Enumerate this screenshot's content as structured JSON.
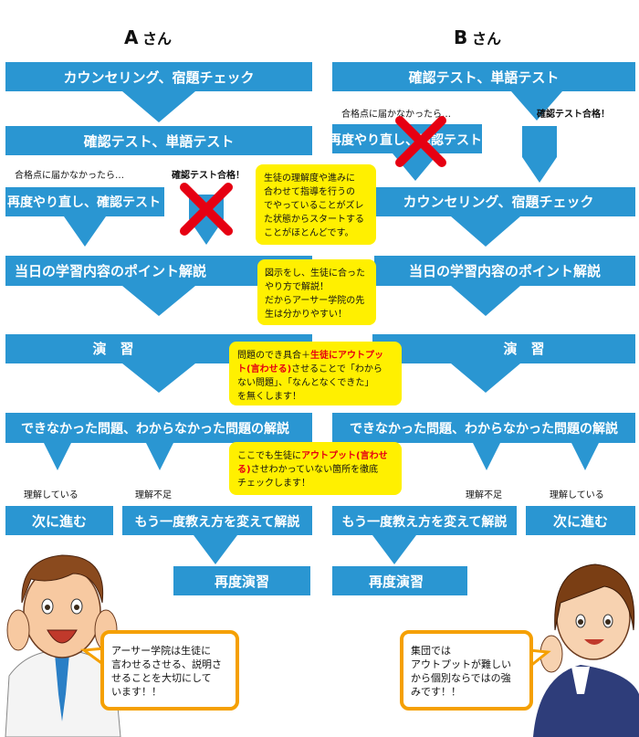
{
  "headers": {
    "a": {
      "letter": "A",
      "suffix": "さん"
    },
    "b": {
      "letter": "B",
      "suffix": "さん"
    }
  },
  "flow_a": {
    "counseling": "カウンセリング、宿題チェック",
    "test": "確認テスト、単語テスト",
    "fail_label": "合格点に届かなかったら…",
    "pass_label": "確認テスト合格！",
    "retry": "再度やり直し、確認テスト",
    "point": "当日の学習内容のポイント解説",
    "practice": "演　習",
    "review": "できなかった問題、わからなかった問題の解説",
    "understand_label": "理解している",
    "lacking_label": "理解不足",
    "next": "次に進む",
    "reexplain": "もう一度教え方を変えて解説",
    "repractice": "再度演習"
  },
  "flow_b": {
    "test": "確認テスト、単語テスト",
    "fail_label": "合格点に届かなかったら…",
    "pass_label": "確認テスト合格！",
    "retry": "再度やり直し、確認テスト",
    "counseling": "カウンセリング、宿題チェック",
    "point": "当日の学習内容のポイント解説",
    "practice": "演　習",
    "review": "できなかった問題、わからなかった問題の解説",
    "lacking_label": "理解不足",
    "understand_label": "理解している",
    "reexplain": "もう一度教え方を変えて解説",
    "next": "次に進む",
    "repractice": "再度演習"
  },
  "notes": {
    "note1": [
      "生徒の理解度や進みに",
      "合わせて指導を行うの",
      "でやっていることがズレ",
      "た状態からスタートする",
      "ことがほとんどです。"
    ],
    "note2": [
      "図示をし、生徒に合った",
      "やり方で解説！",
      "だからアーサー学院の先",
      "生は分かりやすい！"
    ],
    "note3": {
      "l1a": "問題のでき具合＋",
      "l1b": "生徒にアウトプッ",
      "l2a": "ト(言わせる)",
      "l2b": "させることで「わから",
      "l3": "ない問題」、「なんとなくできた」",
      "l4": "を無くします！"
    },
    "note4": {
      "l1a": "ここでも生徒に",
      "l1b": "アウトプット(言わせ",
      "l2a": "る)",
      "l2b": "させわかっていない箇所を徹底",
      "l3": "チェックします！"
    }
  },
  "speech": {
    "left": [
      "アーサー学院は生徒に",
      "言わせるさせる、説明さ",
      "せることを大切にして",
      "います！！"
    ],
    "right": [
      "集団では",
      "アウトプットが難しい",
      "から個別ならではの強",
      "みです！！"
    ]
  },
  "colors": {
    "bar": "#2a96d2",
    "note": "#fff000",
    "cross": "#e60012",
    "speech_border": "#f5a000"
  }
}
